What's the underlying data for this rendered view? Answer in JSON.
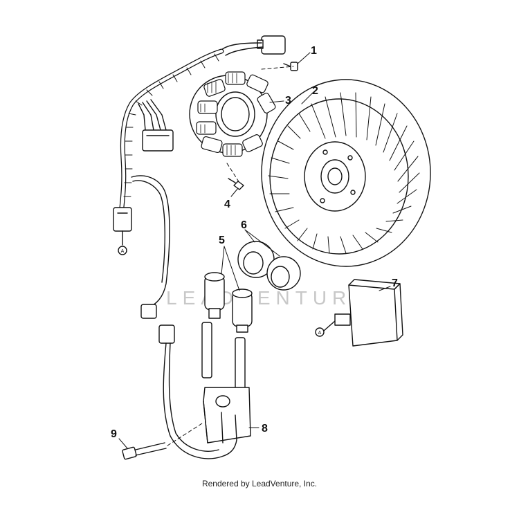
{
  "callouts": [
    "1",
    "2",
    "3",
    "4",
    "5",
    "6",
    "7",
    "8",
    "9"
  ],
  "reference_markers": [
    "A",
    "A"
  ],
  "watermark": "LEADVENTURE",
  "footer": "Rendered by LeadVenture, Inc."
}
